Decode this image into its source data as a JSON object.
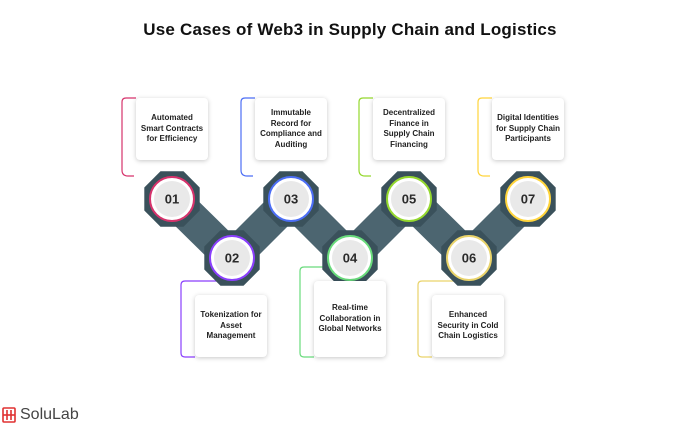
{
  "title": "Use Cases of Web3 in Supply Chain and Logistics",
  "steps": [
    {
      "num": "01",
      "text": "Automated Smart Contracts for Efficiency",
      "color": "#d6336c"
    },
    {
      "num": "02",
      "text": "Tokenization for Asset Management",
      "color": "#8a3ffc"
    },
    {
      "num": "03",
      "text": "Immutable Record for Compliance and Auditing",
      "color": "#4c6ef5"
    },
    {
      "num": "04",
      "text": "Real-time Collaboration in Global Networks",
      "color": "#69db7c"
    },
    {
      "num": "05",
      "text": "Decentralized Finance in Supply Chain Financing",
      "color": "#94d82d"
    },
    {
      "num": "06",
      "text": "Enhanced Security in Cold Chain Logistics",
      "color": "#e9d36a"
    },
    {
      "num": "07",
      "text": "Digital Identities for Supply Chain Participants",
      "color": "#ffd43b"
    }
  ],
  "brand": {
    "name": "SoluLab",
    "logo_icon": "solulab-logo-icon",
    "logo_color": "#e03131"
  },
  "colors": {
    "chain": "#4c6570",
    "chain_dark": "#3a515b",
    "node_fill": "#e9e9e9"
  }
}
